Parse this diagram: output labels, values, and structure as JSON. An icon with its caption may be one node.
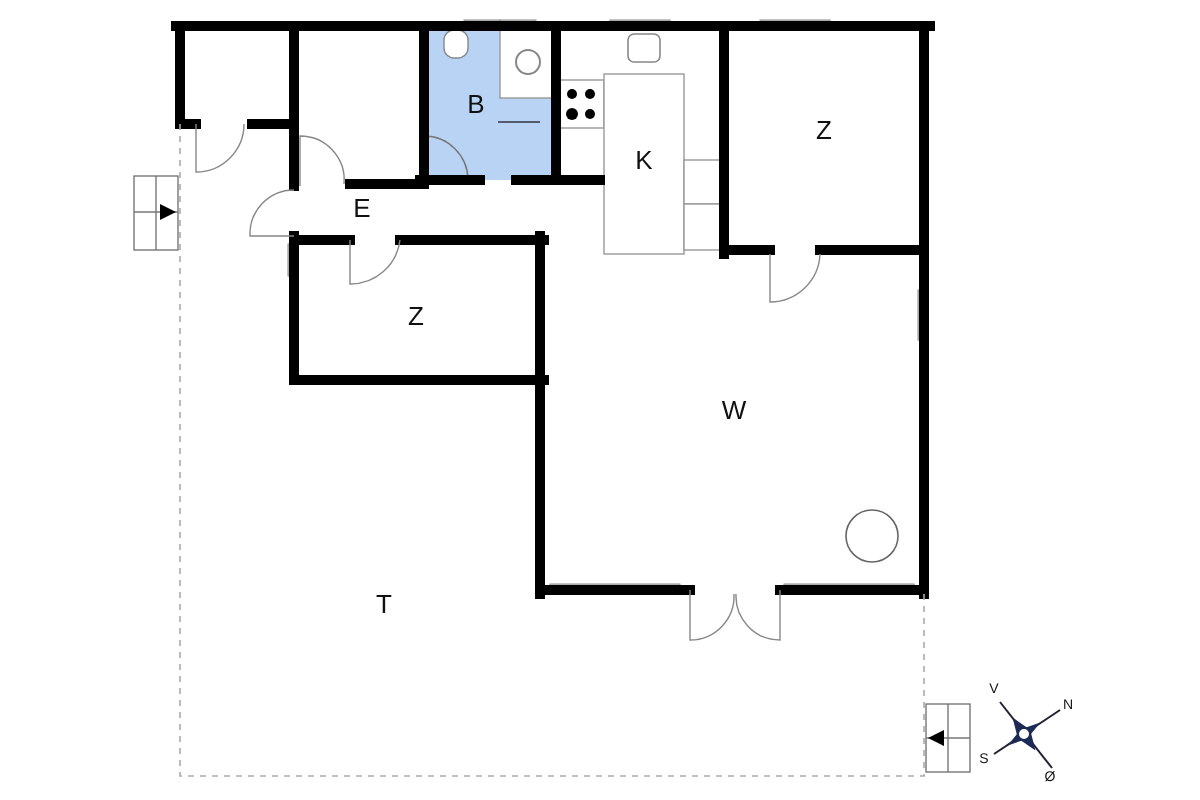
{
  "diagram": {
    "labels": [
      "B",
      "K",
      "Z",
      "E",
      "Z",
      "W",
      "T",
      "V",
      "N",
      "S",
      "Ø"
    ]
  }
}
